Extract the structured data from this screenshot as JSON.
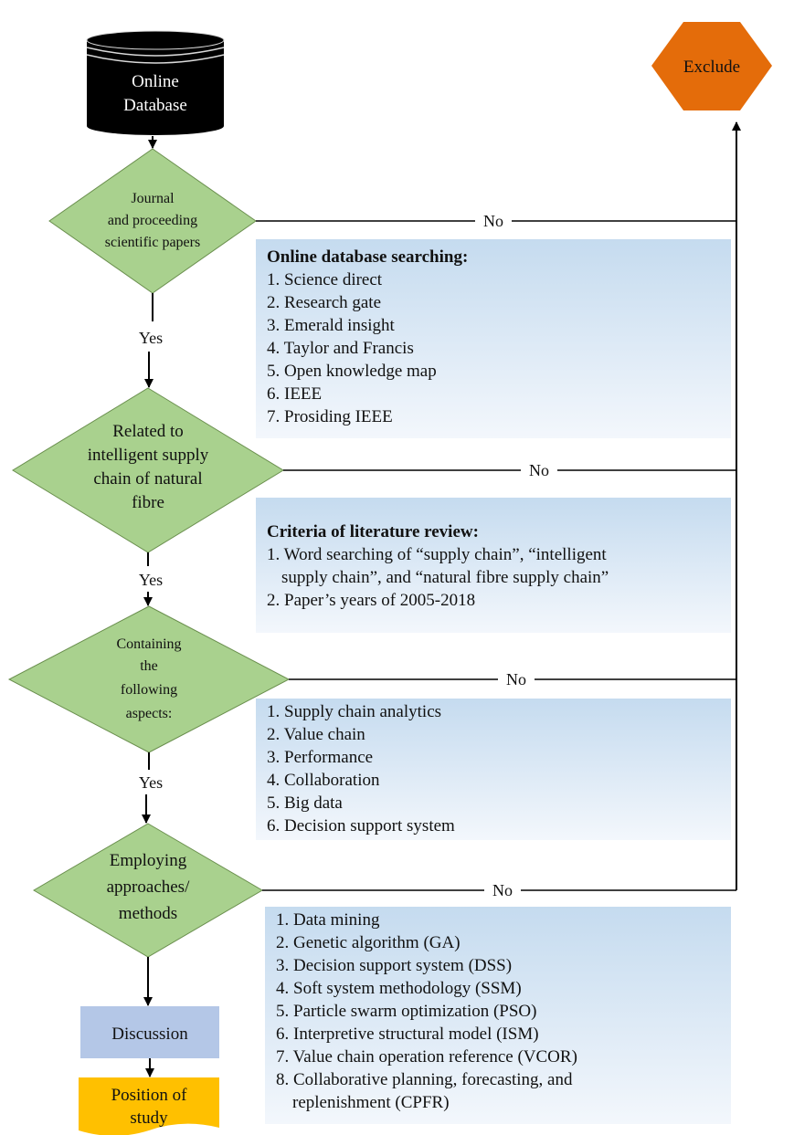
{
  "colors": {
    "diamond_fill": "#a9d18e",
    "diamond_stroke": "#6a8f4e",
    "box_top": "#c5dbef",
    "box_bottom": "#f3f7fc",
    "discussion_fill": "#b4c7e7",
    "position_fill": "#ffc000",
    "exclude_fill": "#e46c0a",
    "database_fill": "#000000"
  },
  "database": {
    "label_lines": [
      "Online",
      "Database"
    ]
  },
  "exclude": {
    "label": "Exclude"
  },
  "decisions": [
    {
      "lines": [
        "Journal",
        "and proceeding",
        "scientific papers"
      ],
      "yes_label": "Yes",
      "no_label": "No"
    },
    {
      "lines": [
        "Related to",
        "intelligent supply",
        "chain of natural",
        "fibre"
      ],
      "yes_label": "Yes",
      "no_label": "No"
    },
    {
      "lines": [
        "Containing",
        "the",
        "following",
        "aspects:"
      ],
      "yes_label": "Yes",
      "no_label": "No"
    },
    {
      "lines": [
        "Employing",
        "approaches/",
        "methods"
      ],
      "no_label": "No"
    }
  ],
  "info_boxes": [
    {
      "heading": "Online database searching:",
      "lines": [
        "1. Science direct",
        "2. Research gate",
        "3. Emerald insight",
        "4. Taylor and Francis",
        "5. Open knowledge map",
        "6. IEEE",
        "7. Prosiding IEEE"
      ]
    },
    {
      "heading": "Criteria of literature review:",
      "lines": [
        "1. Word searching of “supply chain”, “intelligent",
        "supply chain”, and “natural fibre supply chain”",
        "2. Paper’s years of 2005-2018"
      ]
    },
    {
      "heading": "",
      "lines": [
        "1. Supply chain analytics",
        "2. Value chain",
        "3. Performance",
        "4. Collaboration",
        "5. Big data",
        "6. Decision support system"
      ]
    },
    {
      "heading": "",
      "lines": [
        "1. Data mining",
        "2. Genetic algorithm (GA)",
        "3. Decision support system (DSS)",
        "4. Soft system methodology (SSM)",
        "5. Particle swarm optimization (PSO)",
        "6. Interpretive structural model (ISM)",
        "7. Value chain operation reference (VCOR)",
        "8. Collaborative planning, forecasting, and",
        "replenishment (CPFR)"
      ]
    }
  ],
  "discussion": {
    "label": "Discussion"
  },
  "position_of_study": {
    "label_lines": [
      "Position of",
      "study"
    ]
  }
}
